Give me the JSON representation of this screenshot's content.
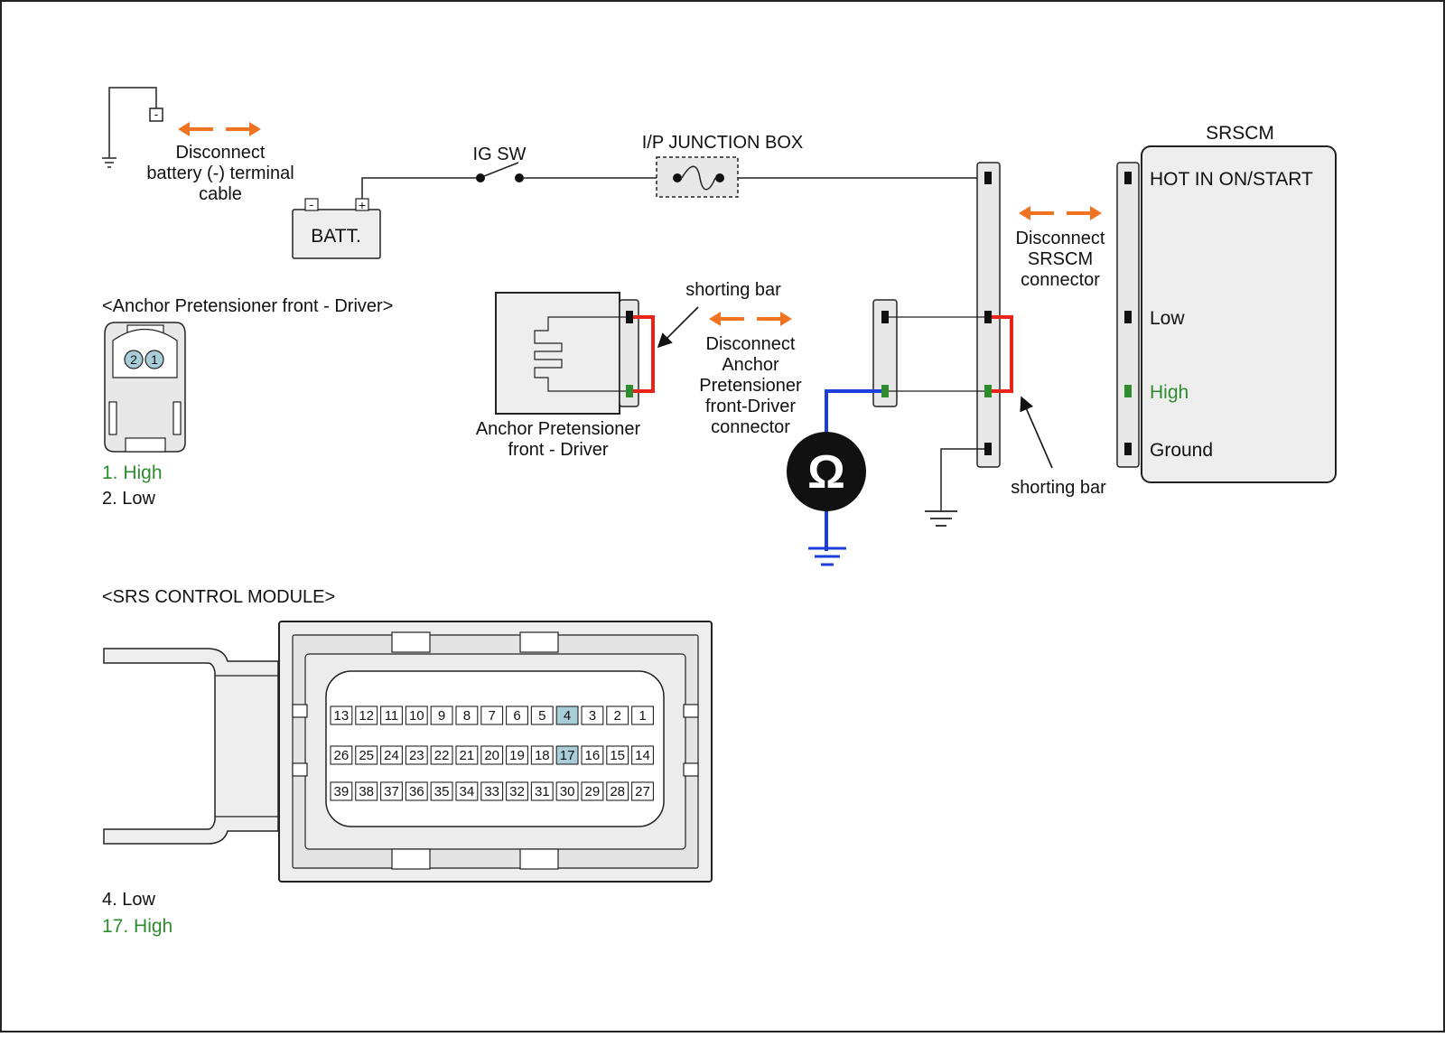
{
  "colors": {
    "low": "#111111",
    "high": "#2e8b2e",
    "shorting_bar": "#e8231a",
    "ohmmeter_lead": "#1c3fdb",
    "disconnect_arrow": "#f07322",
    "highlight_pin": "#a8ccd8"
  },
  "top": {
    "battery_disconnect": [
      "Disconnect",
      "battery (-) terminal",
      "cable"
    ],
    "ig_sw": "IG SW",
    "junction_box": "I/P JUNCTION BOX",
    "battery": "BATT.",
    "battery_neg": "-",
    "battery_pos": "+",
    "ground_minus": "-"
  },
  "srscm": {
    "title": "SRSCM",
    "pins": [
      "HOT IN ON/START",
      "Low",
      "High",
      "Ground"
    ],
    "disconnect": [
      "Disconnect",
      "SRSCM",
      "connector"
    ]
  },
  "pretensioner": {
    "caption": [
      "Anchor Pretensioner",
      "front - Driver"
    ],
    "shorting_bar_top": "shorting bar",
    "shorting_bar_bottom": "shorting bar",
    "disconnect": [
      "Disconnect",
      "Anchor",
      "Pretensioner",
      "front-Driver",
      "connector"
    ],
    "ohm_symbol": "Ω"
  },
  "anchor_connector": {
    "title": "<Anchor Pretensioner front - Driver>",
    "pin_labels": [
      "2",
      "1"
    ],
    "legend": [
      "1. High",
      "2. Low"
    ]
  },
  "srs_module": {
    "title": "<SRS CONTROL MODULE>",
    "rows": [
      [
        "13",
        "12",
        "11",
        "10",
        "9",
        "8",
        "7",
        "6",
        "5",
        "4",
        "3",
        "2",
        "1"
      ],
      [
        "26",
        "25",
        "24",
        "23",
        "22",
        "21",
        "20",
        "19",
        "18",
        "17",
        "16",
        "15",
        "14"
      ],
      [
        "39",
        "38",
        "37",
        "36",
        "35",
        "34",
        "33",
        "32",
        "31",
        "30",
        "29",
        "28",
        "27"
      ]
    ],
    "highlighted": [
      "4",
      "17"
    ],
    "legend": [
      "4. Low",
      "17. High"
    ]
  }
}
